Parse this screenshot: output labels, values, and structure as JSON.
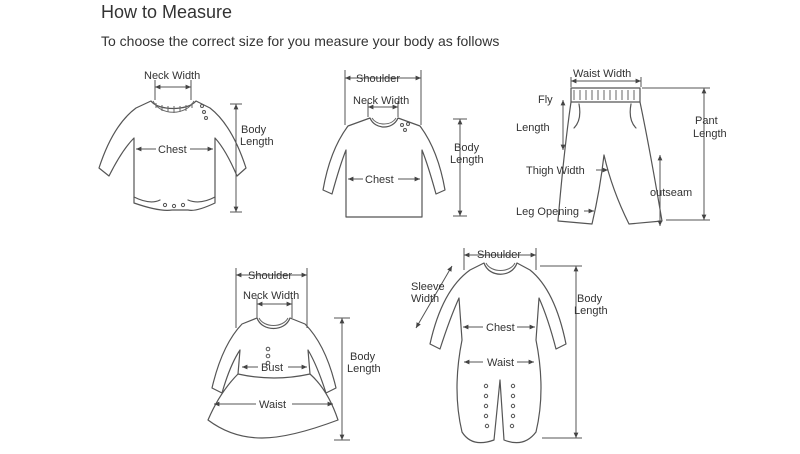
{
  "header": {
    "title": "How to Measure",
    "subtitle": "To choose the correct size for you measure your body as follows"
  },
  "bodysuit": {
    "neck_width": "Neck Width",
    "chest": "Chest",
    "body_length_1": "Body",
    "body_length_2": "Length"
  },
  "tshirt": {
    "shoulder": "Shoulder",
    "neck_width": "Neck Width",
    "chest": "Chest",
    "body_length_1": "Body",
    "body_length_2": "Length"
  },
  "pants": {
    "waist_width": "Waist Width",
    "fly_1": "Fly",
    "fly_2": "Length",
    "pant_1": "Pant",
    "pant_2": "Length",
    "thigh_width": "Thigh Width",
    "outseam": "outseam",
    "leg_opening": "Leg Opening"
  },
  "dress": {
    "shoulder": "Shoulder",
    "neck_width": "Neck Width",
    "bust": "Bust",
    "waist": "Waist",
    "body_length_1": "Body",
    "body_length_2": "Length"
  },
  "romper": {
    "shoulder": "Shoulder",
    "sleeve_1": "Sleeve",
    "sleeve_2": "Width",
    "chest": "Chest",
    "waist": "Waist",
    "body_length_1": "Body",
    "body_length_2": "Length"
  }
}
